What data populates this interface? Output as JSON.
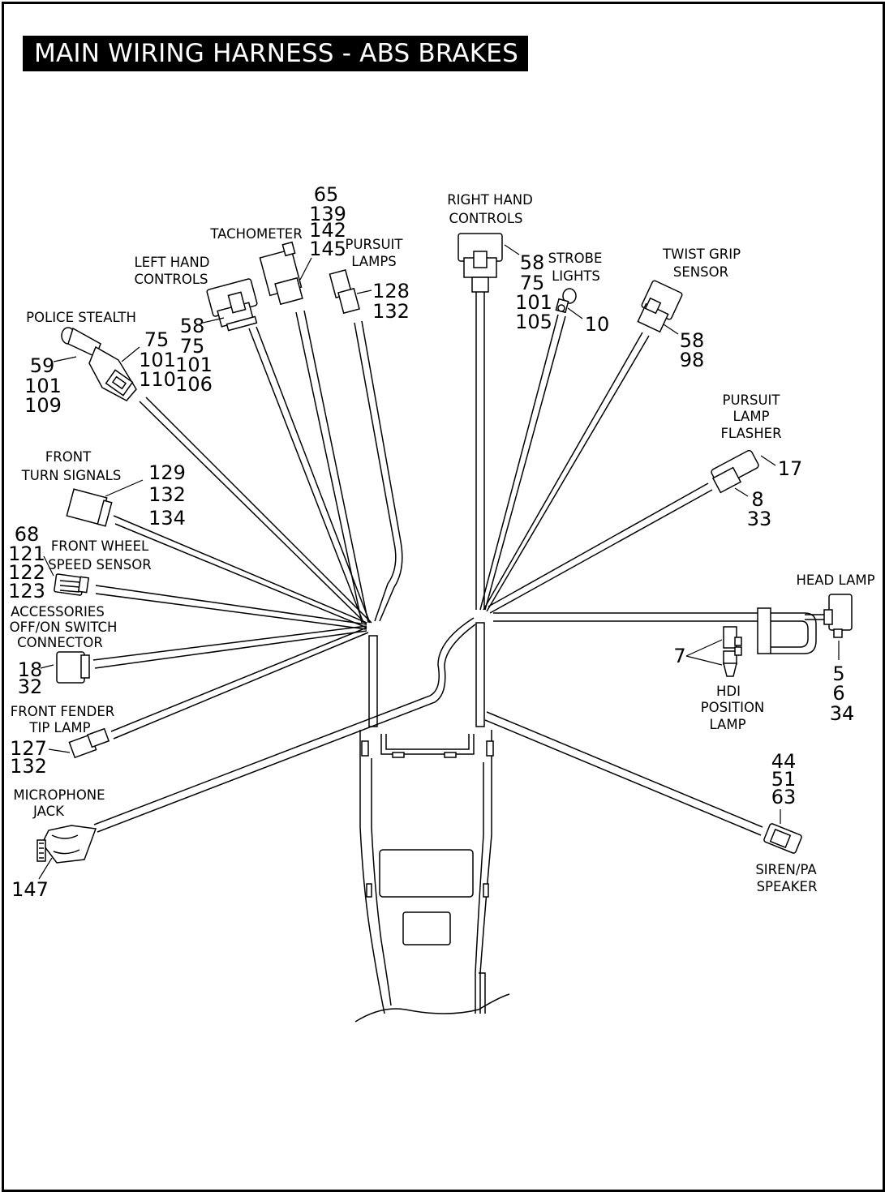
{
  "title": "MAIN WIRING HARNESS - ABS BRAKES",
  "components": {
    "tachometer": {
      "label": [
        "TACHOMETER"
      ],
      "refs": [
        "65",
        "139",
        "142",
        "145"
      ]
    },
    "pursuit_lamps": {
      "label": [
        "PURSUIT",
        "LAMPS"
      ],
      "refs": [
        "128",
        "132"
      ]
    },
    "left_hand_controls": {
      "label": [
        "LEFT HAND",
        "CONTROLS"
      ],
      "refs": [
        "58",
        "75",
        "101",
        "106"
      ]
    },
    "police_stealth": {
      "label": [
        "POLICE STEALTH"
      ],
      "refs_left": [
        "59",
        "101",
        "109"
      ],
      "refs_right": [
        "75",
        "101",
        "110"
      ]
    },
    "right_hand_controls": {
      "label": [
        "RIGHT HAND",
        "CONTROLS"
      ],
      "refs": [
        "58",
        "75",
        "101",
        "105"
      ]
    },
    "strobe_lights": {
      "label": [
        "STROBE",
        "LIGHTS"
      ],
      "refs": [
        "10"
      ]
    },
    "twist_grip_sensor": {
      "label": [
        "TWIST GRIP",
        "SENSOR"
      ],
      "refs": [
        "58",
        "98"
      ]
    },
    "pursuit_lamp_flasher": {
      "label": [
        "PURSUIT",
        "LAMP",
        "FLASHER"
      ],
      "refs_top": [
        "17"
      ],
      "refs_bottom": [
        "8",
        "33"
      ]
    },
    "front_turn_signals": {
      "label": [
        "FRONT",
        "TURN SIGNALS"
      ],
      "refs": [
        "129",
        "132",
        "134"
      ]
    },
    "front_wheel_speed_sensor": {
      "label": [
        "FRONT WHEEL",
        "SPEED SENSOR"
      ],
      "refs": [
        "68",
        "121",
        "122",
        "123"
      ]
    },
    "accessories_switch": {
      "label": [
        "ACCESSORIES",
        "OFF/ON SWITCH",
        "CONNECTOR"
      ],
      "refs": [
        "18",
        "32"
      ]
    },
    "head_lamp": {
      "label": [
        "HEAD LAMP"
      ],
      "refs": [
        "5",
        "6",
        "34"
      ]
    },
    "hdi_position_lamp": {
      "label": [
        "HDI",
        "POSITION",
        "LAMP"
      ],
      "refs": [
        "7"
      ]
    },
    "front_fender_tip_lamp": {
      "label": [
        "FRONT FENDER",
        "TIP LAMP"
      ],
      "refs": [
        "127",
        "132"
      ]
    },
    "microphone_jack": {
      "label": [
        "MICROPHONE",
        "JACK"
      ],
      "refs": [
        "147"
      ]
    },
    "siren_pa_speaker": {
      "label": [
        "SIREN/PA",
        "SPEAKER"
      ],
      "refs": [
        "44",
        "51",
        "63"
      ]
    }
  }
}
